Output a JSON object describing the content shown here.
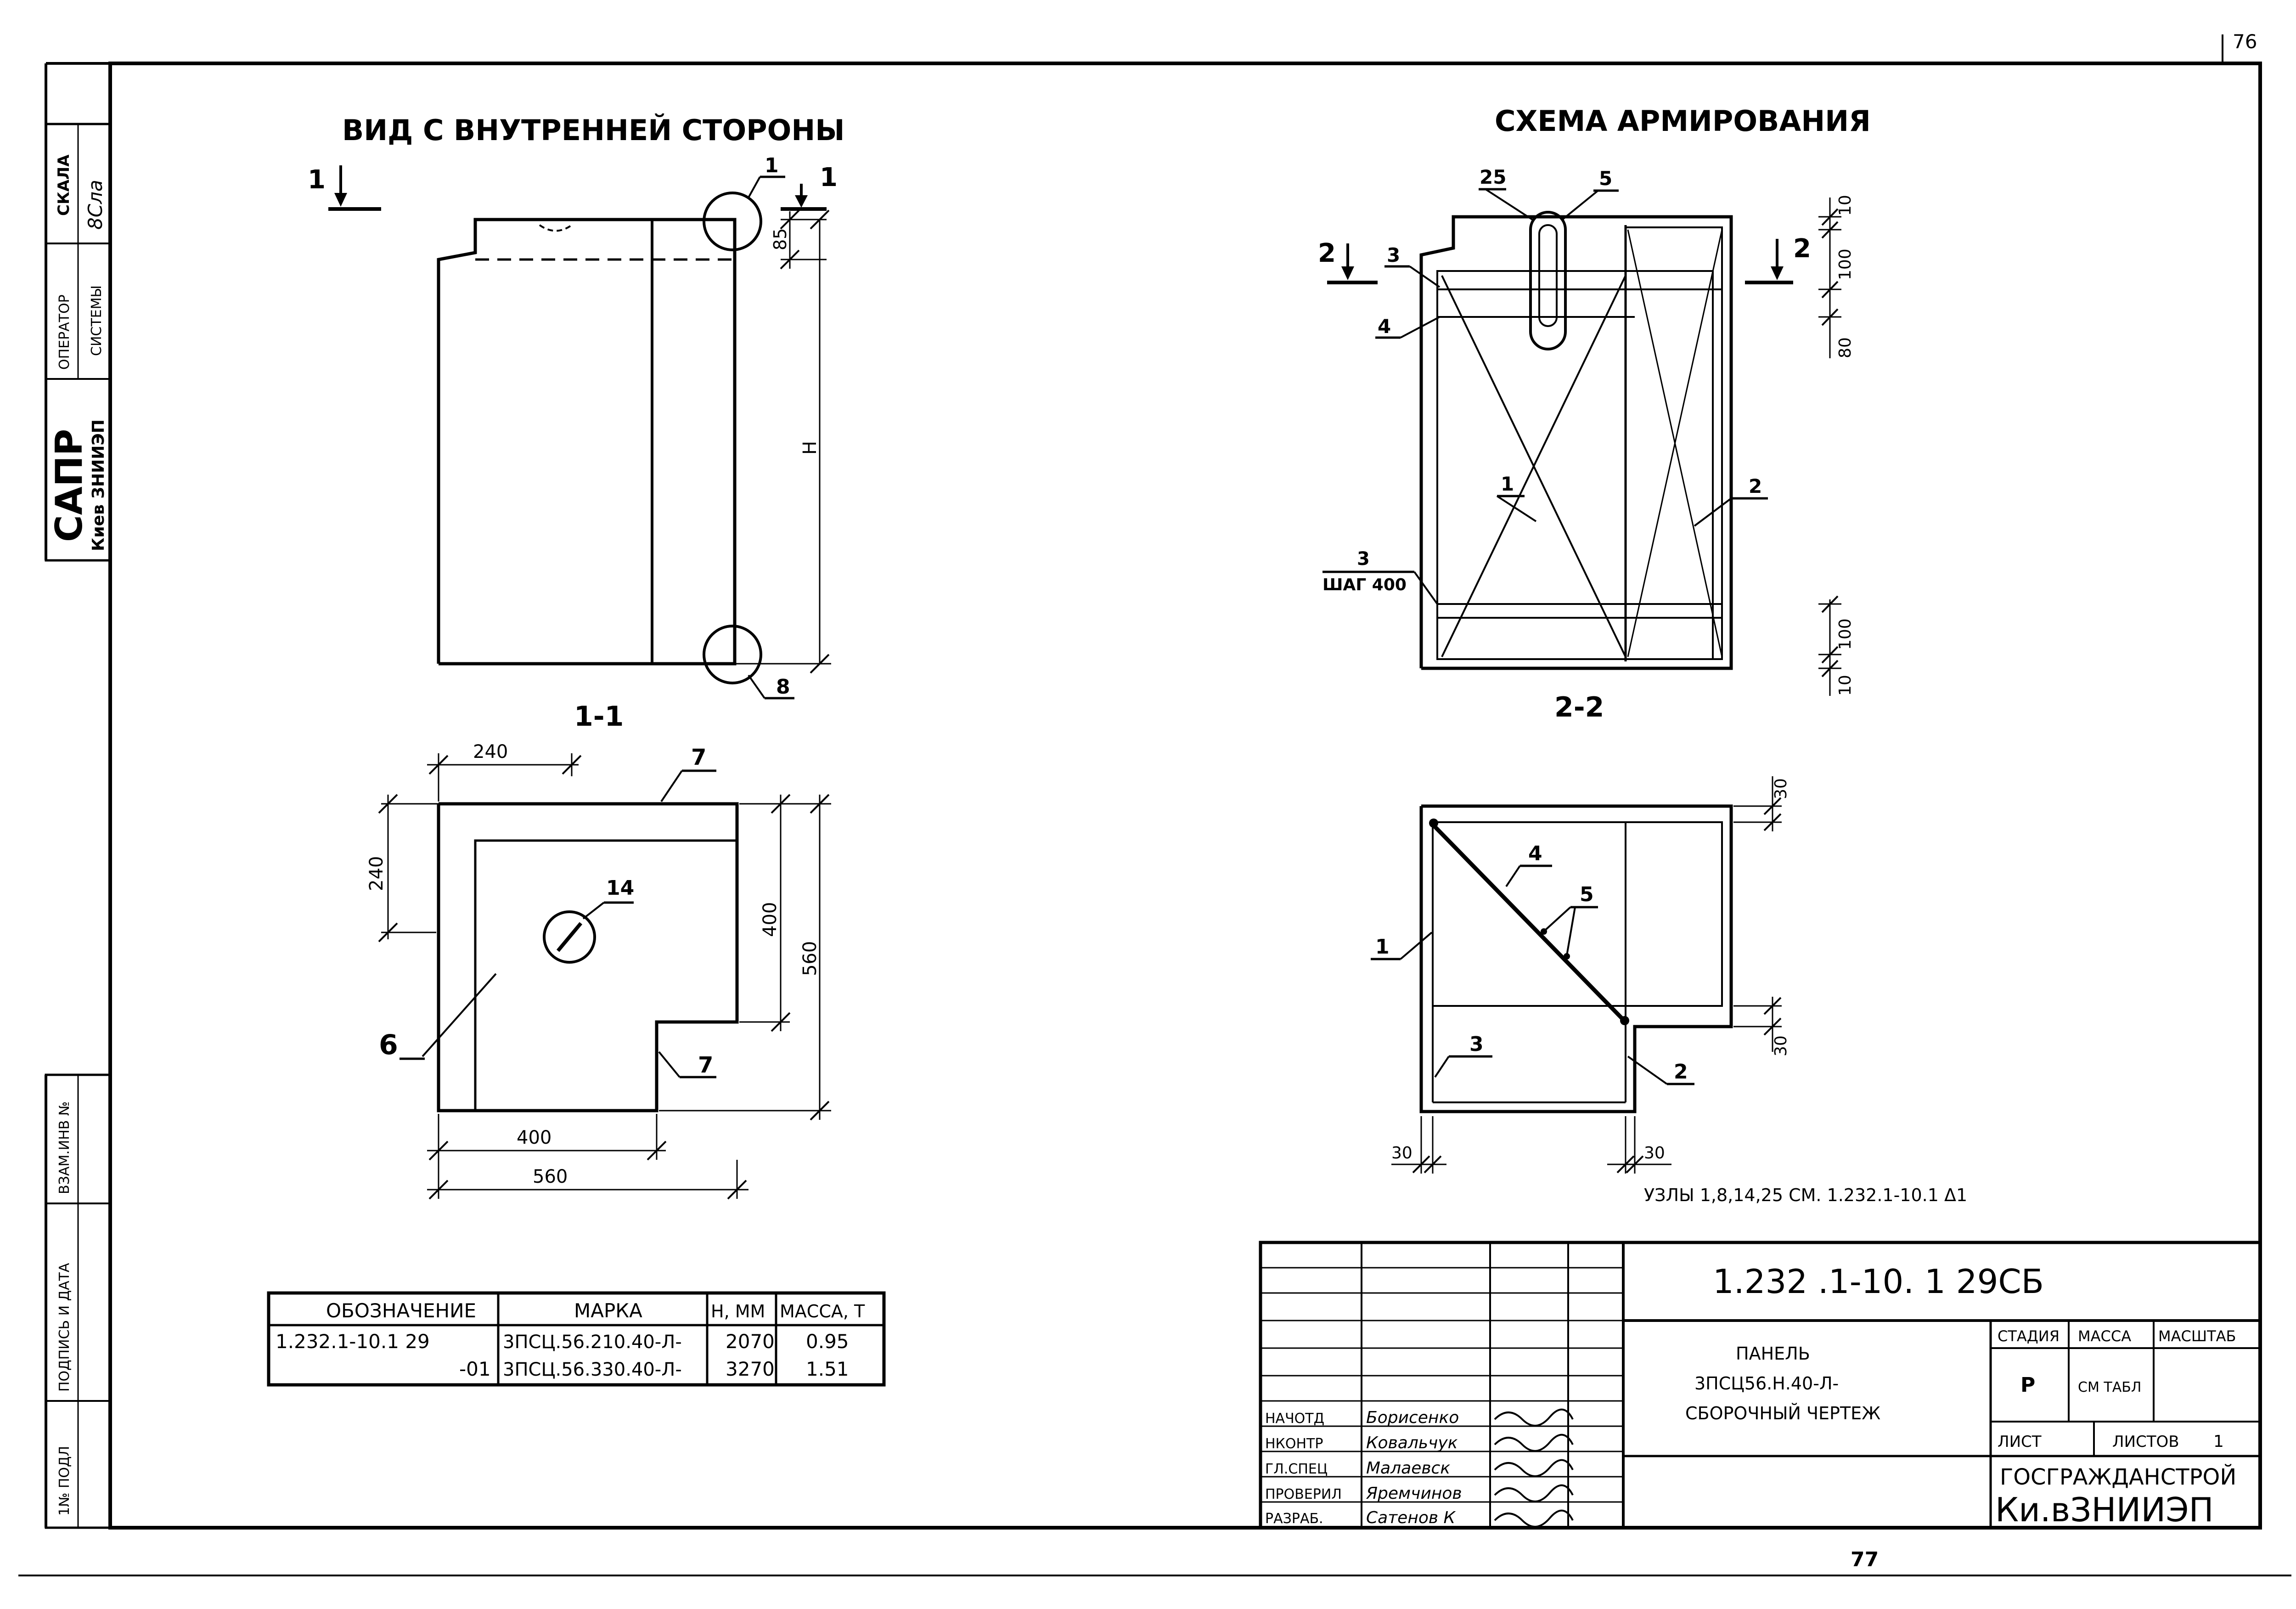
{
  "page_numbers": {
    "top": "76",
    "bottom": "77"
  },
  "side_stamp": {
    "skala": "СКАЛА",
    "skala_sign": "8Сла",
    "operator": "ОПЕРАТОР",
    "systems": "СИСТЕМЫ",
    "sapr": "САПР",
    "sapr_org": "Киев ЗНИИЭП",
    "vzam": "ВЗАМ.ИНВ №",
    "podpis": "ПОДПИСЬ И ДАТА",
    "inv": "1№ ПОДЛ"
  },
  "view1": {
    "title": "ВИД С ВНУТРЕННЕЙ СТОРОНЫ",
    "section_label": "1-1",
    "cut_mark": "1",
    "callout_1": "1",
    "callout_8": "8",
    "dim_85": "85",
    "dim_h": "Н"
  },
  "view2": {
    "title": "СХЕМА АРМИРОВАНИЯ",
    "section_label": "2-2",
    "cut_mark": "2",
    "callouts": {
      "c25": "25",
      "c5": "5",
      "c3": "3",
      "c4": "4",
      "c1": "1",
      "c2": "2",
      "c3b": "3",
      "step": "ШАГ 400"
    },
    "dims": {
      "d10a": "10",
      "d100a": "100",
      "d80": "80",
      "d100b": "100",
      "d10b": "10"
    }
  },
  "plan1": {
    "dims": {
      "d240_top": "240",
      "d240_left": "240",
      "d400_right": "400",
      "d560_right": "560",
      "d400_bottom": "400",
      "d560_bottom": "560"
    },
    "callouts": {
      "c7a": "7",
      "c14": "14",
      "c6": "6",
      "c7b": "7"
    }
  },
  "plan2": {
    "dims": {
      "d30a": "30",
      "d30b": "30",
      "d30c": "30",
      "d30d": "30"
    },
    "callouts": {
      "c4": "4",
      "c5": "5",
      "c1": "1",
      "c3": "3",
      "c2": "2"
    },
    "nodes_note": "УЗЛЫ 1,8,14,25 СМ. 1.232.1-10.1 Δ1"
  },
  "spec_table": {
    "headers": [
      "ОБОЗНАЧЕНИЕ",
      "МАРКА",
      "Н, ММ",
      "МАССА, Т"
    ],
    "rows": [
      [
        "1.232.1-10.1 29",
        "3ПСЦ.56.210.40-Л-",
        "2070",
        "0.95"
      ],
      [
        "-01",
        "3ПСЦ.56.330.40-Л-",
        "3270",
        "1.51"
      ]
    ]
  },
  "title_block": {
    "doc_code": "1.232 .1-10. 1 29СБ",
    "product_lines": [
      "ПАНЕЛЬ",
      "3ПСЦ56.Н.40-Л-",
      "СБОРОЧНЫЙ ЧЕРТЕЖ"
    ],
    "stage_header": "СТАДИЯ",
    "mass_header": "МАССА",
    "scale_header": "МАСШТАБ",
    "stage": "Р",
    "mass": "СМ ТАБЛ",
    "sheet_label": "ЛИСТ",
    "sheets_label": "ЛИСТОВ",
    "sheets_count": "1",
    "org1": "ГОСГРАЖДАНСТРОЙ",
    "org2": "Ки.вЗНИИЭП",
    "signers": [
      {
        "role": "НАЧОТД",
        "name": "Борисенко"
      },
      {
        "role": "НКОНТР",
        "name": "Ковальчук"
      },
      {
        "role": "ГЛ.СПЕЦ",
        "name": "Малаевск"
      },
      {
        "role": "ПРОВЕРИЛ",
        "name": "Яремчинов"
      },
      {
        "role": "РАЗРАБ.",
        "name": "Сатенов К"
      }
    ]
  }
}
